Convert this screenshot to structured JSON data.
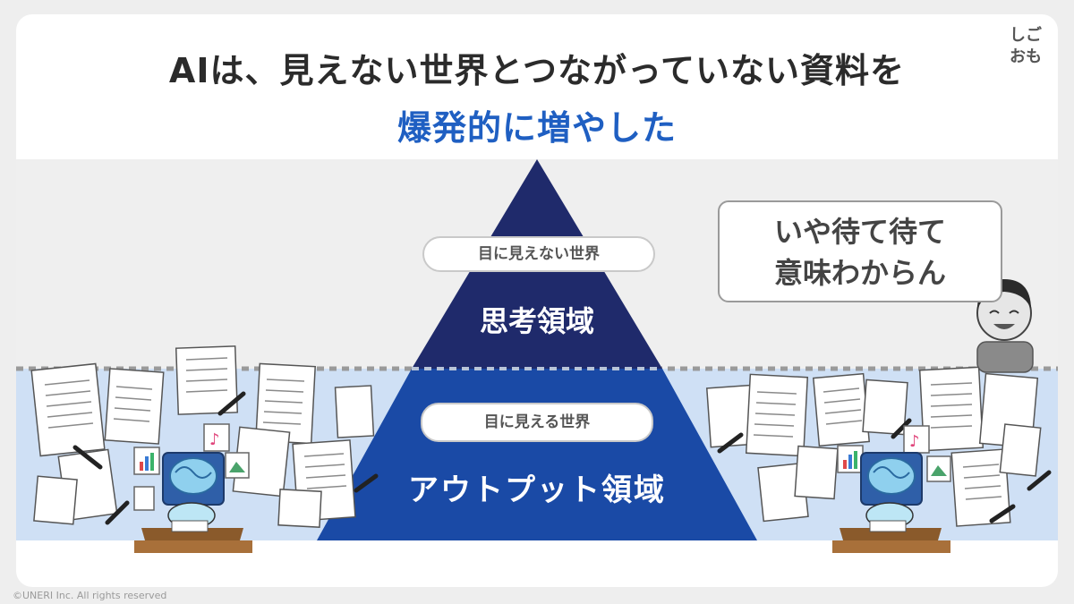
{
  "title": {
    "line1": "AIは、見えない世界とつながっていない資料を",
    "line2": "爆発的に増やした"
  },
  "logo": {
    "line1": "しご",
    "line2": "おも"
  },
  "pyramid": {
    "top": {
      "tag": "目に見えない世界",
      "label": "思考領域"
    },
    "bottom": {
      "tag": "目に見える世界",
      "label": "アウトプット領域"
    }
  },
  "speech_bubble": {
    "line1": "いや待て待て",
    "line2": "意味わからん"
  },
  "copyright": "©UNERI Inc. All rights reserved",
  "colors": {
    "title_accent": "#1f5fc2",
    "pyramid_top": "#1f2a6b",
    "pyramid_bottom": "#1a4aa6",
    "visible_band": "#cfe0f5",
    "upper_band": "#efefef"
  },
  "icons": [
    "document-pile-icon",
    "pen-icon",
    "music-file-icon",
    "chart-file-icon",
    "image-file-icon",
    "brain-robot-icon",
    "smiling-person-icon"
  ]
}
